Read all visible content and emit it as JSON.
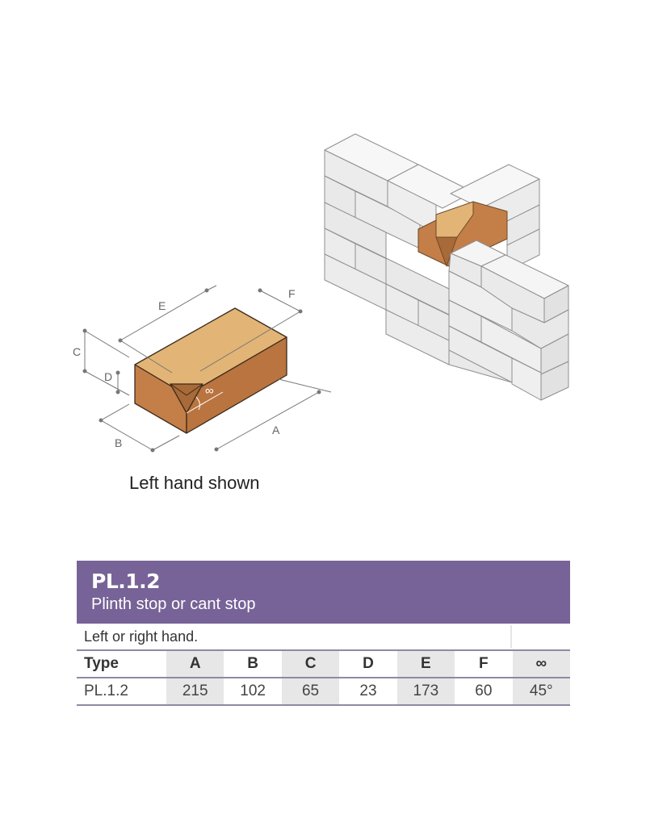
{
  "illustration": {
    "dim_labels": {
      "A": "A",
      "B": "B",
      "C": "C",
      "D": "D",
      "E": "E",
      "F": "F",
      "angle": "∞"
    },
    "brick_colors": {
      "top": "#e2b476",
      "front": "#c47e48",
      "side": "#b9743f",
      "notch": "#a86a38"
    },
    "wall_color": "#efefef"
  },
  "caption": "Left hand shown",
  "spec": {
    "code": "PL.1.2",
    "title": "Plinth stop or cant stop",
    "note": "Left or right hand.",
    "accent_color": "#776397",
    "columns": [
      "Type",
      "A",
      "B",
      "C",
      "D",
      "E",
      "F",
      "∞"
    ],
    "values": [
      "PL.1.2",
      "215",
      "102",
      "65",
      "23",
      "173",
      "60",
      "45°"
    ]
  }
}
